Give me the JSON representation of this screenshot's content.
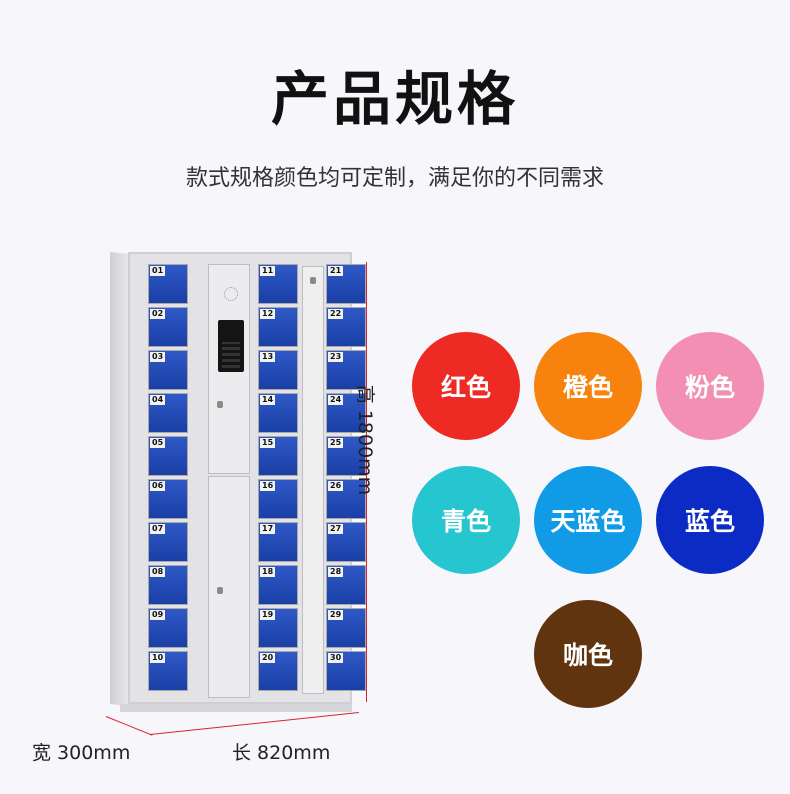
{
  "header": {
    "title": "产品规格",
    "subtitle": "款式规格颜色均可定制，满足你的不同需求"
  },
  "cabinet": {
    "left_numbers": [
      "01",
      "02",
      "03",
      "04",
      "05",
      "06",
      "07",
      "08",
      "09",
      "10"
    ],
    "mid_numbers": [
      "11",
      "12",
      "13",
      "14",
      "15",
      "16",
      "17",
      "18",
      "19",
      "20"
    ],
    "right_numbers": [
      "21",
      "22",
      "23",
      "24",
      "25",
      "26",
      "27",
      "28",
      "29",
      "30"
    ]
  },
  "dimensions": {
    "height": "高 1800mm",
    "width": "宽 300mm",
    "length": "长 820mm"
  },
  "colors": [
    {
      "label": "红色",
      "hex": "#ee2a24"
    },
    {
      "label": "橙色",
      "hex": "#f7820e"
    },
    {
      "label": "粉色",
      "hex": "#f38fb3"
    },
    {
      "label": "青色",
      "hex": "#26c6d0"
    },
    {
      "label": "天蓝色",
      "hex": "#119be6"
    },
    {
      "label": "蓝色",
      "hex": "#0c2bc4"
    },
    {
      "label": "咖色",
      "hex": "#60340f"
    }
  ]
}
